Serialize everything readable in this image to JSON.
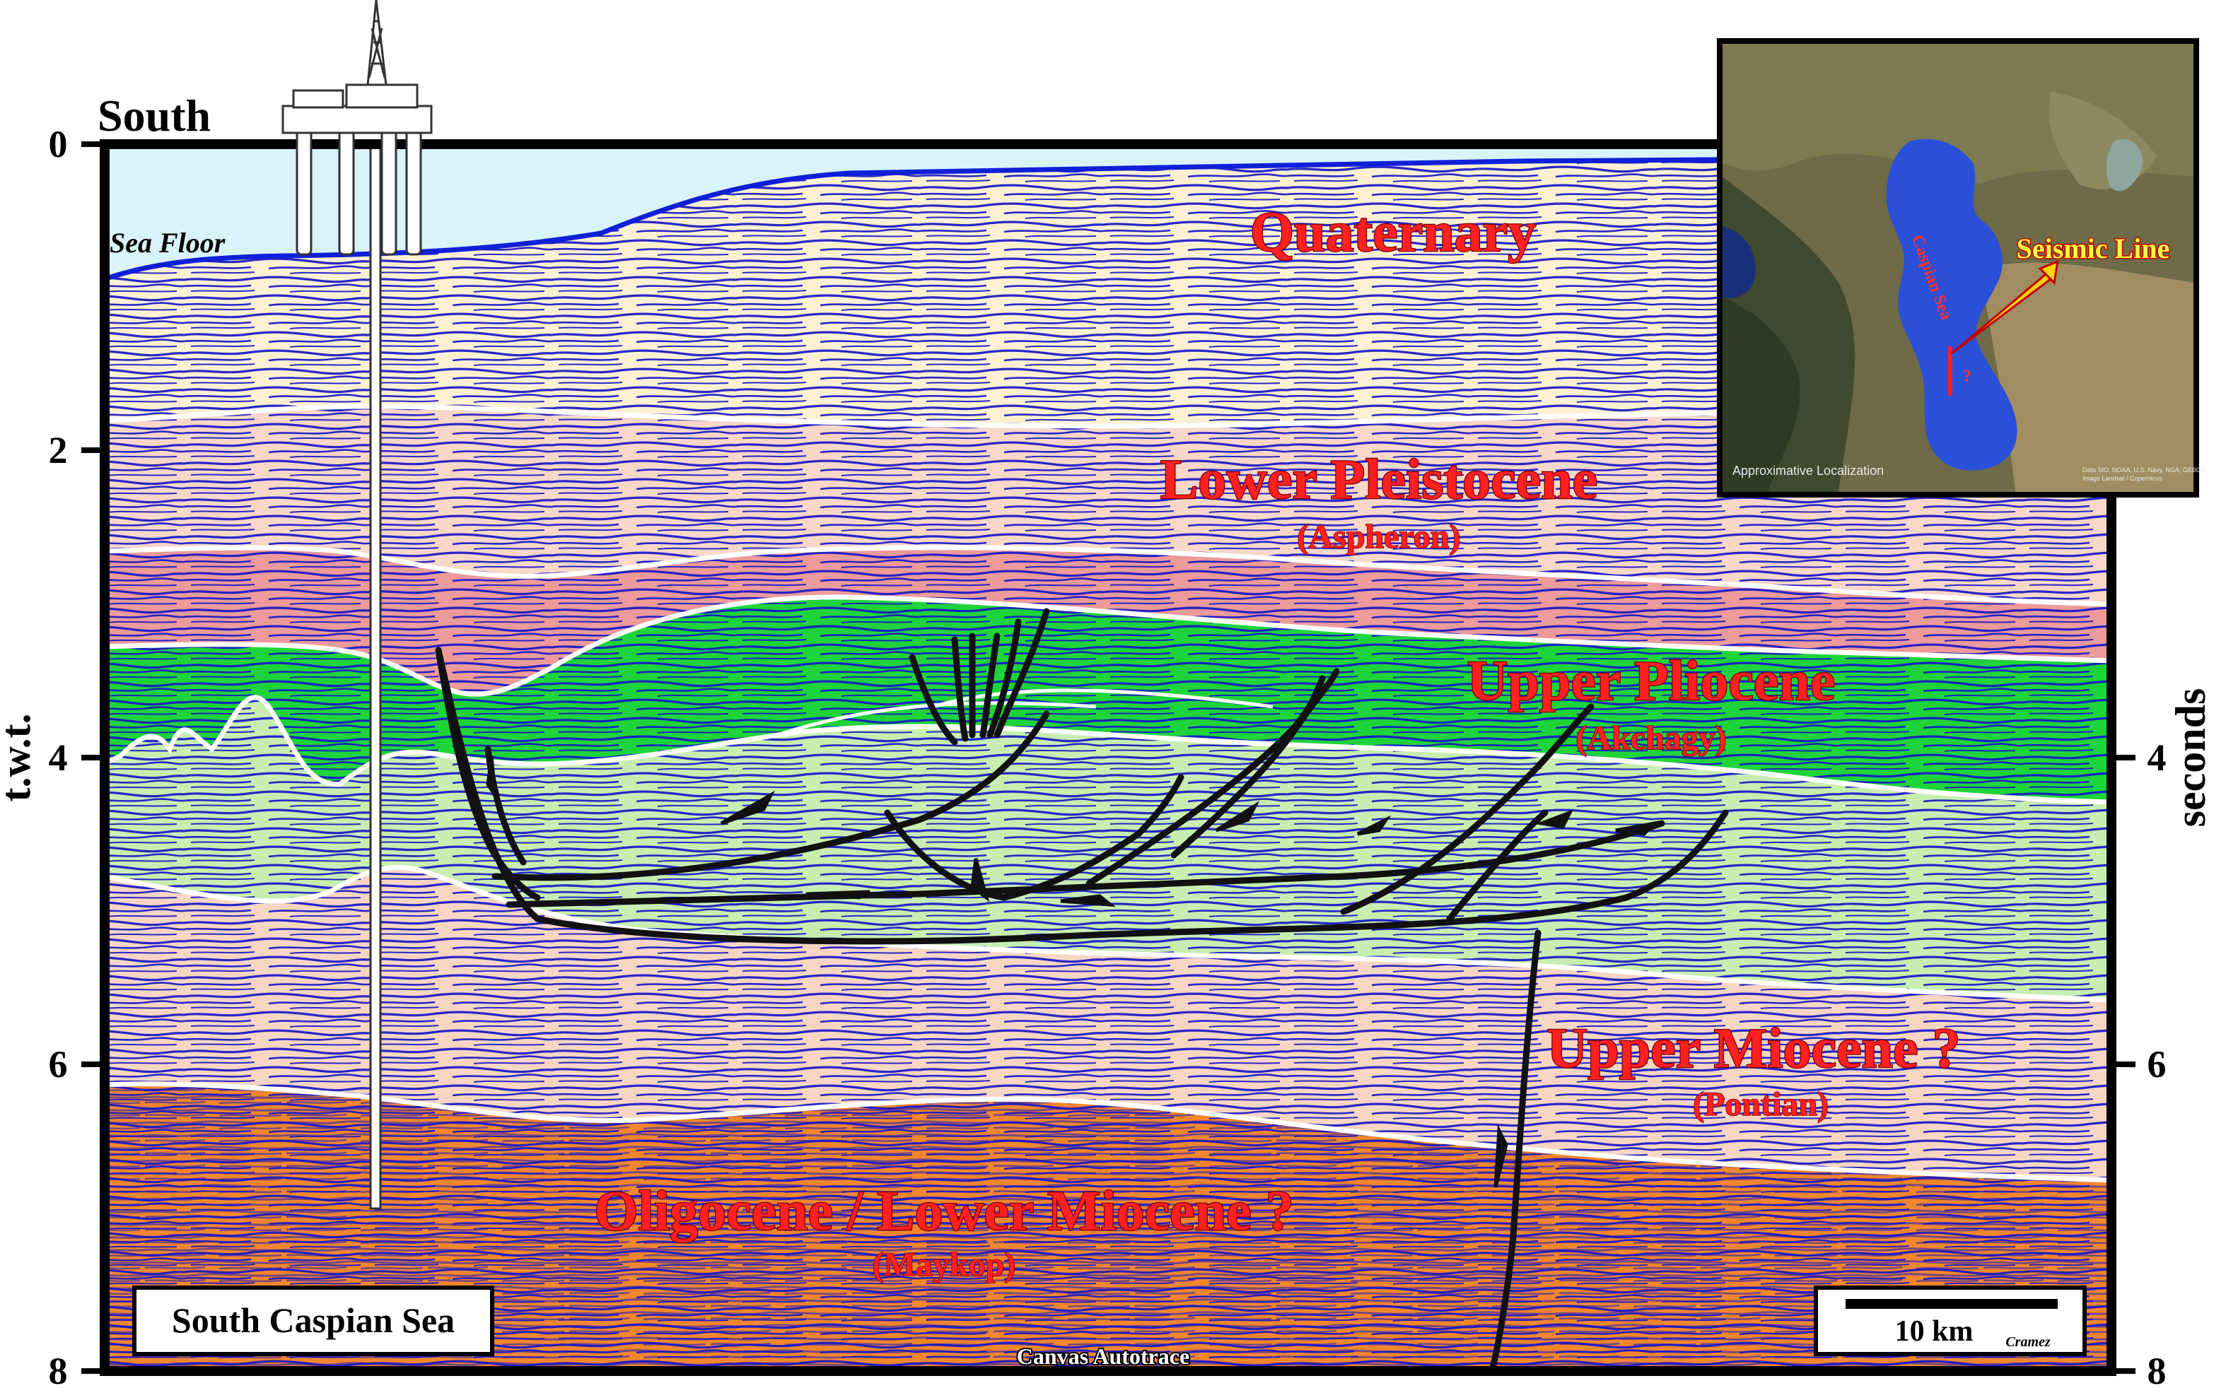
{
  "direction_label": "South",
  "sea_floor_label": "Sea Floor",
  "axis": {
    "left_title": "t.w.t.",
    "right_title": "seconds",
    "left_ticks": [
      "0",
      "2",
      "4",
      "6",
      "8"
    ],
    "right_ticks": [
      "4",
      "6",
      "8"
    ]
  },
  "units": {
    "quaternary": "Quaternary",
    "lower_pleistocene": "Lower Pleistocene",
    "lower_pleistocene_sub": "(Aspheron)",
    "upper_pliocene": "Upper Pliocene",
    "upper_pliocene_sub": "(Akchagy)",
    "upper_miocene": "Upper Miocene ?",
    "upper_miocene_sub": "(Pontian)",
    "oligocene": "Oligocene / Lower Miocene ?",
    "oligocene_sub": "(Maykop)"
  },
  "region_box": "South Caspian Sea",
  "credit_bottom": "Canvas Autotrace",
  "scale_bar": {
    "label": "10 km",
    "author": "Cramez"
  },
  "inset": {
    "title": "Seismic Line",
    "sea_label": "Caspian Sea",
    "question": "?",
    "caption": "Approximative Localization",
    "data_credit_1": "Data SIO, NOAA, U.S. Navy, NGA, GEBCO",
    "data_credit_2": "Image Landsat / Copernicus"
  },
  "colors": {
    "water": "#d8f4fa",
    "quaternary": "#fbf0d2",
    "pleistocene_light": "#f6d7c8",
    "pleistocene_dark": "#ec9a9a",
    "pliocene_green": "#1fd43a",
    "pliocene_light": "#c7eeb0",
    "pontian": "#f6d6c2",
    "maykop": "#f2862c",
    "reflector": "#1616c8",
    "horizon": "#ffffff",
    "fault": "#111111",
    "label_red": "#ff2020"
  }
}
